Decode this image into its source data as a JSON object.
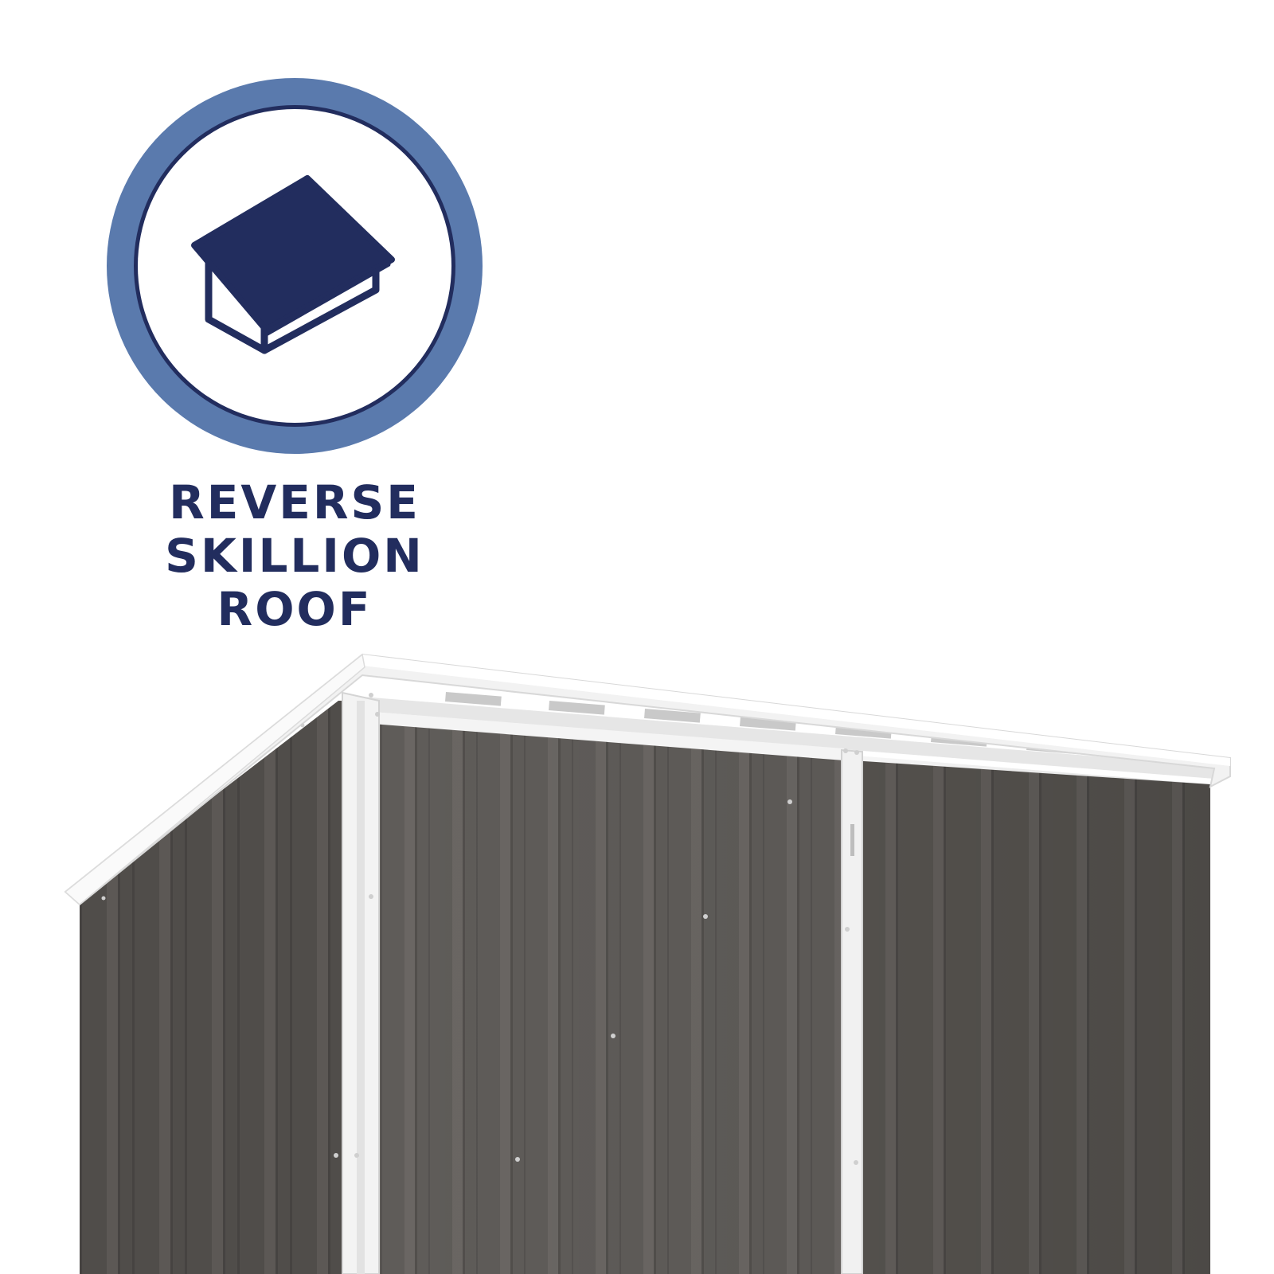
{
  "feature": {
    "icon": "reverse-skillion-roof-icon",
    "label_lines": [
      "REVERSE",
      "SKILLION",
      "ROOF"
    ]
  },
  "colors": {
    "badge_ring": "#5a7aad",
    "badge_inner_border": "#222d5e",
    "icon_fill": "#222d5e",
    "label_text": "#222d5e",
    "shed_wall": "#5e5b58",
    "shed_wall_dark": "#4b4846",
    "shed_trim": "#f2f2f2"
  },
  "illustration": {
    "subject": "shed-illustration"
  }
}
